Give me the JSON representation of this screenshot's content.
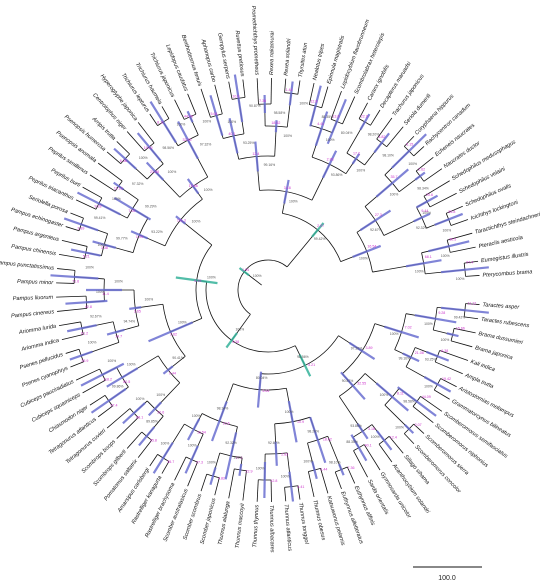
{
  "colors": {
    "branch": "#111111",
    "hpd_bar": "#6a6fd1",
    "hpd_bar_deep": "#35b29a",
    "age_label": "#cc33cc",
    "support_label": "#555555"
  },
  "scale_bar": {
    "label": "100.0"
  },
  "taxa": [
    "Taractes asper",
    "Taractes rubescens",
    "Brama dussumieri",
    "Brama japonica",
    "Kali indica",
    "Ampla trutta",
    "Aristostomias melampus",
    "Grammatorcynus bilineatus",
    "Scomberomorus semifasciatus",
    "Scomberomorus niphonius",
    "Scomberomorus sierra",
    "Scomberomorus concolor",
    "Sillago sihama",
    "Acanthocybium solandri",
    "Gymnosarda unicolor",
    "Sarda orientalis",
    "Euthynnus affinis",
    "Euthynnus alletteratus",
    "Katsuwonus pelamis",
    "Thunnus obesus",
    "Thunnus tonggol",
    "Thunnus atlanticus",
    "Thunnus albacares",
    "Thunnus thynnus",
    "Thunnus maccoyii",
    "Thunnus alalunga",
    "Scomber japonicus",
    "Scomber scombrus",
    "Scomber australasicus",
    "Rastrelliger brachysoma",
    "Rastrelliger kanagurta",
    "Amarsipus carlsbergi",
    "Pomatomus saltatrix",
    "Scombrops gilberti",
    "Scombrops boops",
    "Tetragonurus cuvieri",
    "Tetragonurus atlanticus",
    "Chiasmodon niger",
    "Cubiceps squamiceps",
    "Cubiceps pauciradiatus",
    "Psenes cyanophrys",
    "Psenes pellucidus",
    "Ariomma indica",
    "Ariomma lurida",
    "Pampus cinereus",
    "Pampus liuorum",
    "Pampus minor",
    "Pampus punctatissimus",
    "Pampus chinensis",
    "Pampus argenteus",
    "Pampus echinogaster",
    "Seriolella porosa",
    "Peprilus triacanthus",
    "Peprilus burti",
    "Peprilus simillimus",
    "Psenopsis anomala",
    "Psenopsis humerosa",
    "Arripis trutta",
    "Centrolophus niger",
    "Hyperoglyphe japonica",
    "Trichiurus lepturus",
    "Trichiurus haumela",
    "Trichiurus japonicus",
    "Lepidopus caudatus",
    "Benthodesmus tenuis",
    "Aphanopus carbo",
    "Gempylus serpens",
    "Ruvettus pretiosus",
    "Promethichthys prometheus",
    "Rexea nakamurai",
    "Rexea solandri",
    "Thyrsites atun",
    "Nealotus tripes",
    "Epinnula magistralis",
    "Lepidocybium flavobrunneum",
    "Scombrolabrax heterolepis",
    "Caranx ignobilis",
    "Decapterus maruadsi",
    "Trachurus japonicus",
    "Seriola dumerili",
    "Coryphaena hippurus",
    "Rachycentron canadum",
    "Echeneis naucrates",
    "Naucrates ductor",
    "Schedophilus medusophagus",
    "Schedophilus velaini",
    "Schedophilus ovalis",
    "Icichthys lockingtoni",
    "Taractichthys steindachneri",
    "Pteraclis aesticola",
    "Eumegistus illustris",
    "Pterycombus brama"
  ],
  "support_values": [
    "100%",
    "100%",
    "98.56%",
    "97.32%",
    "100%",
    "100%",
    "99.42%",
    "100%",
    "99.16%",
    "93.25%",
    "100%",
    "90.87%",
    "100%",
    "98.58%",
    "100%",
    "93.86%",
    "100%",
    "88.35%",
    "80.04%",
    "100%",
    "98.20%",
    "98.10%",
    "100%",
    "92.67%",
    "100%",
    "100%",
    "98.34%",
    "92.32%",
    "100%",
    "100%",
    "100%",
    "100%",
    "100%",
    "100%",
    "100%",
    "90.41%",
    "100%",
    "89.85%",
    "100%",
    "100%",
    "99.86%",
    "100%",
    "100%",
    "94.74%",
    "100%",
    "92.67%",
    "100%",
    "100%",
    "100%",
    "100%",
    "93.22%",
    "99.77%",
    "100%",
    "99.41%",
    "99.29%",
    "100%",
    "97.32%",
    "100%"
  ],
  "node_ages": [
    "1.94",
    "3.38",
    "5.21",
    "3.89",
    "7.02",
    "9.28",
    "11.12",
    "15.66",
    "21.08",
    "6.38",
    "19.42",
    "32.55",
    "8.11",
    "44.09",
    "2.07",
    "3.18",
    "12.4",
    "40.1",
    "5.64",
    "10.9",
    "18.62",
    "7.36",
    "1.44",
    "2.83",
    "4.41",
    "12.8",
    "13.6",
    "17.2",
    "22.9",
    "4.82",
    "16.54",
    "27.3",
    "35.7",
    "6.15",
    "2.62",
    "9.44",
    "20.6",
    "55.8",
    "68.1",
    "80.5",
    "97.4",
    "118.2",
    "3.65",
    "14.7",
    "25.9",
    "61.2",
    "11.4",
    "42.8",
    "71.6",
    "101.3"
  ]
}
